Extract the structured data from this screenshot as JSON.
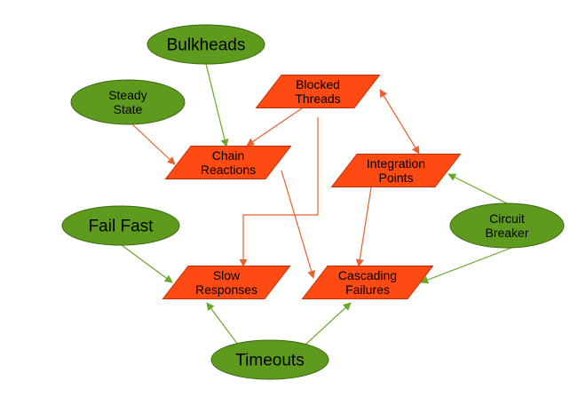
{
  "colors": {
    "pattern_fill": "#5e9a1d",
    "pattern_stroke": "#3c6a10",
    "antipattern_fill": "#ff4a14",
    "antipattern_stroke": "#c23000",
    "edge_green": "#6aa62a",
    "edge_red": "#e8602e",
    "text": "#000000"
  },
  "nodes": [
    {
      "id": "bulkheads",
      "kind": "pattern",
      "lines": [
        "Bulkheads"
      ]
    },
    {
      "id": "steady-state",
      "kind": "pattern",
      "lines": [
        "Steady",
        "State"
      ]
    },
    {
      "id": "fail-fast",
      "kind": "pattern",
      "lines": [
        "Fail Fast"
      ]
    },
    {
      "id": "circuit-breaker",
      "kind": "pattern",
      "lines": [
        "Circuit",
        "Breaker"
      ]
    },
    {
      "id": "timeouts",
      "kind": "pattern",
      "lines": [
        "Timeouts"
      ]
    },
    {
      "id": "blocked-threads",
      "kind": "antipattern",
      "lines": [
        "Blocked",
        "Threads"
      ]
    },
    {
      "id": "chain-reactions",
      "kind": "antipattern",
      "lines": [
        "Chain",
        "Reactions"
      ]
    },
    {
      "id": "integration-points",
      "kind": "antipattern",
      "lines": [
        "Integration",
        "Points"
      ]
    },
    {
      "id": "slow-responses",
      "kind": "antipattern",
      "lines": [
        "Slow",
        "Responses"
      ]
    },
    {
      "id": "cascading-failures",
      "kind": "antipattern",
      "lines": [
        "Cascading",
        "Failures"
      ]
    }
  ],
  "edges": [
    {
      "from": "bulkheads",
      "to": "chain-reactions",
      "style": "green"
    },
    {
      "from": "steady-state",
      "to": "chain-reactions",
      "style": "red"
    },
    {
      "from": "blocked-threads",
      "to": "chain-reactions",
      "style": "red"
    },
    {
      "from": "blocked-threads",
      "to": "integration-points",
      "style": "red",
      "bidirectional": true
    },
    {
      "from": "blocked-threads",
      "to": "slow-responses",
      "style": "red"
    },
    {
      "from": "chain-reactions",
      "to": "cascading-failures",
      "style": "red"
    },
    {
      "from": "integration-points",
      "to": "cascading-failures",
      "style": "red"
    },
    {
      "from": "circuit-breaker",
      "to": "integration-points",
      "style": "green"
    },
    {
      "from": "circuit-breaker",
      "to": "cascading-failures",
      "style": "green"
    },
    {
      "from": "fail-fast",
      "to": "slow-responses",
      "style": "green"
    },
    {
      "from": "timeouts",
      "to": "slow-responses",
      "style": "green"
    },
    {
      "from": "timeouts",
      "to": "cascading-failures",
      "style": "green"
    }
  ]
}
